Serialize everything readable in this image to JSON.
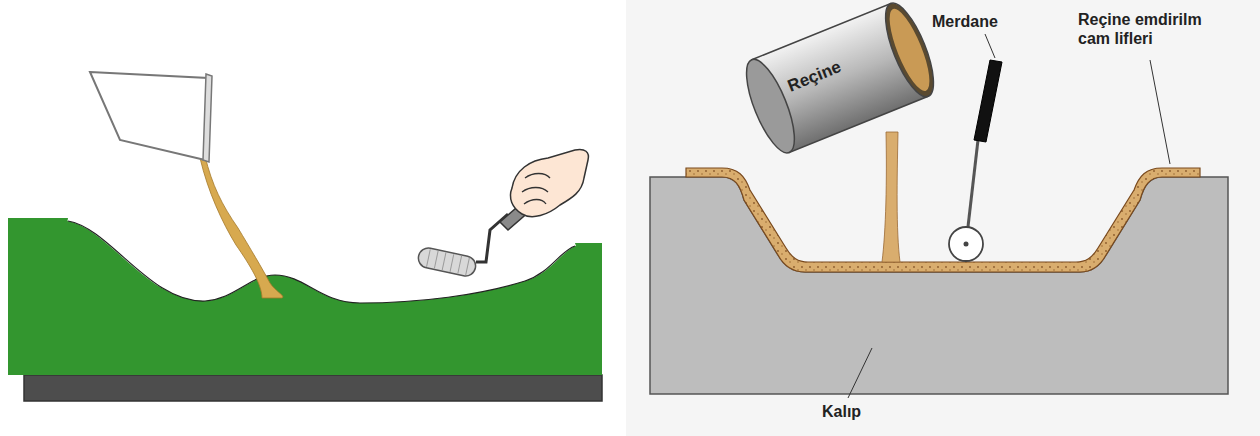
{
  "diagram": {
    "labels": [
      "Reçine",
      "Merdane",
      "Reçine emdirilm cam lifleri",
      "Kalıp"
    ]
  }
}
